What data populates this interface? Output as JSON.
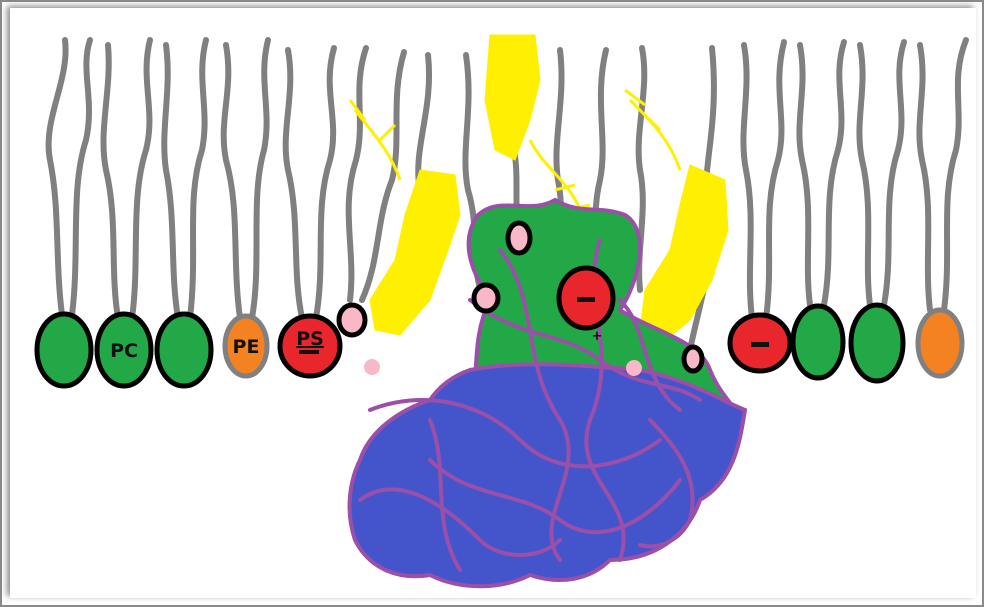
{
  "lipid_labels": {
    "pc": "PC",
    "pe": "PE",
    "ps": "PS",
    "negative_sign": "−",
    "positive_sign": "+"
  },
  "colors": {
    "pc": "#22a846",
    "pe": "#f58220",
    "ps": "#e8262b",
    "tail": "#808080",
    "glycolipid": "#ffef00",
    "protein": "#4455cc",
    "protein_outline": "#9b4fa8",
    "protein_membrane_region": "#22a846",
    "pink_group": "#f8b8c8"
  }
}
